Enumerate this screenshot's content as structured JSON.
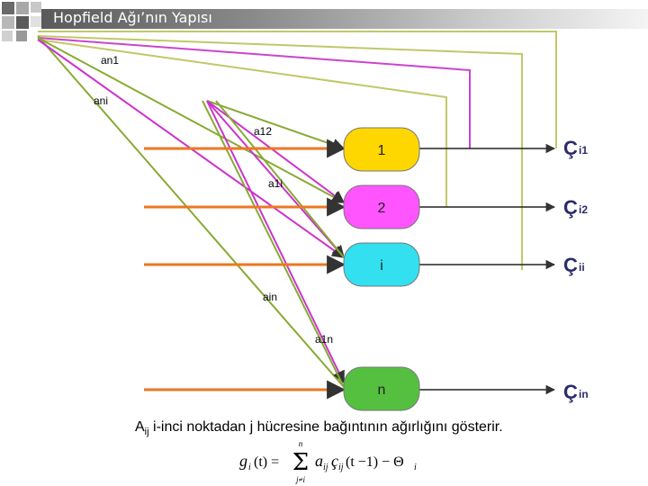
{
  "slide": {
    "title": "Hopfield Ağı’nın Yapısı",
    "caption_prefix": "A",
    "caption_sub": "ij",
    "caption_rest": " i-inci noktadan j hücresine bağıntının ağırlığını gösterir."
  },
  "diagram": {
    "weight_labels": [
      "an1",
      "ani",
      "a12",
      "a1i",
      "ain",
      "a1n"
    ],
    "nodes": [
      {
        "label": "1",
        "color": "#ffd700",
        "output_main": "Ç",
        "output_sub": "i1"
      },
      {
        "label": "2",
        "color": "#ff55ff",
        "output_main": "Ç",
        "output_sub": "i2"
      },
      {
        "label": "i",
        "color": "#33e0f0",
        "output_main": "Ç",
        "output_sub": "ii"
      },
      {
        "label": "n",
        "color": "#55c040",
        "output_main": "Ç",
        "output_sub": "in"
      }
    ],
    "colors": {
      "input": "#ee7722",
      "feedback_olive": "#c0c868",
      "feedback_magenta": "#cc44cc",
      "weight_green": "#88aa33",
      "weight_magenta": "#cc33cc",
      "output_line": "#222222"
    }
  },
  "formula": {
    "lhs": "g",
    "lhs_sub": "i",
    "arg": "(t) =",
    "sum_top": "n",
    "sum_bottom": "j≠i",
    "term_a": "a",
    "term_a_sub": "ij",
    "term_c": "ç",
    "term_c_sub": "ij",
    "term_rest": "(t −1) − Θ",
    "theta_sub": "i"
  }
}
